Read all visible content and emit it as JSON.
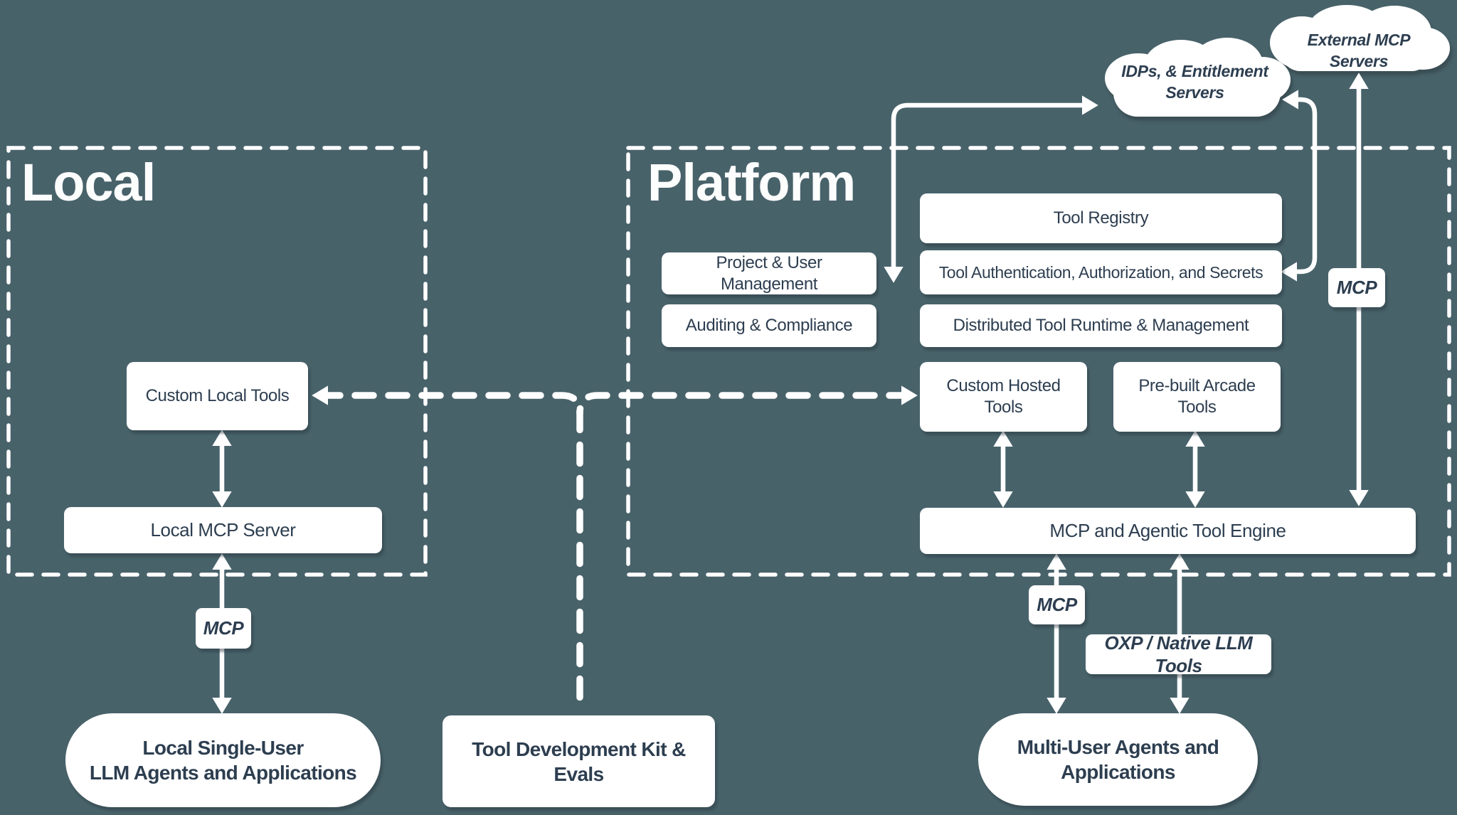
{
  "palette": {
    "background": "#48626a",
    "box": "#ffffff",
    "ink": "#2d3e50",
    "line": "#ffffff"
  },
  "regions": {
    "local": "Local",
    "platform": "Platform"
  },
  "clouds": {
    "external": "External MCP Servers",
    "idps_line1": "IDPs, & Entitlement",
    "idps_line2": "Servers"
  },
  "boxes": {
    "tool_registry": "Tool Registry",
    "project_user_mgmt": "Project & User Management",
    "tool_auth": "Tool Authentication, Authorization, and Secrets",
    "auditing_compliance": "Auditing & Compliance",
    "distributed_runtime": "Distributed Tool Runtime & Management",
    "custom_hosted_tools": "Custom Hosted Tools",
    "prebuilt_arcade_tools": "Pre-built Arcade Tools",
    "custom_local_tools": "Custom Local Tools",
    "local_mcp_server": "Local MCP Server",
    "mcp_engine": "MCP and Agentic Tool Engine",
    "tdk": "Tool Development Kit & Evals"
  },
  "labels": {
    "mcp_local": "MCP",
    "mcp_platform": "MCP",
    "mcp_external": "MCP",
    "oxp": "OXP / Native LLM Tools"
  },
  "pills": {
    "local_agents_line1": "Local Single-User",
    "local_agents_line2": "LLM Agents and Applications",
    "multi_agents_line1": "Multi-User Agents and",
    "multi_agents_line2": "Applications"
  }
}
